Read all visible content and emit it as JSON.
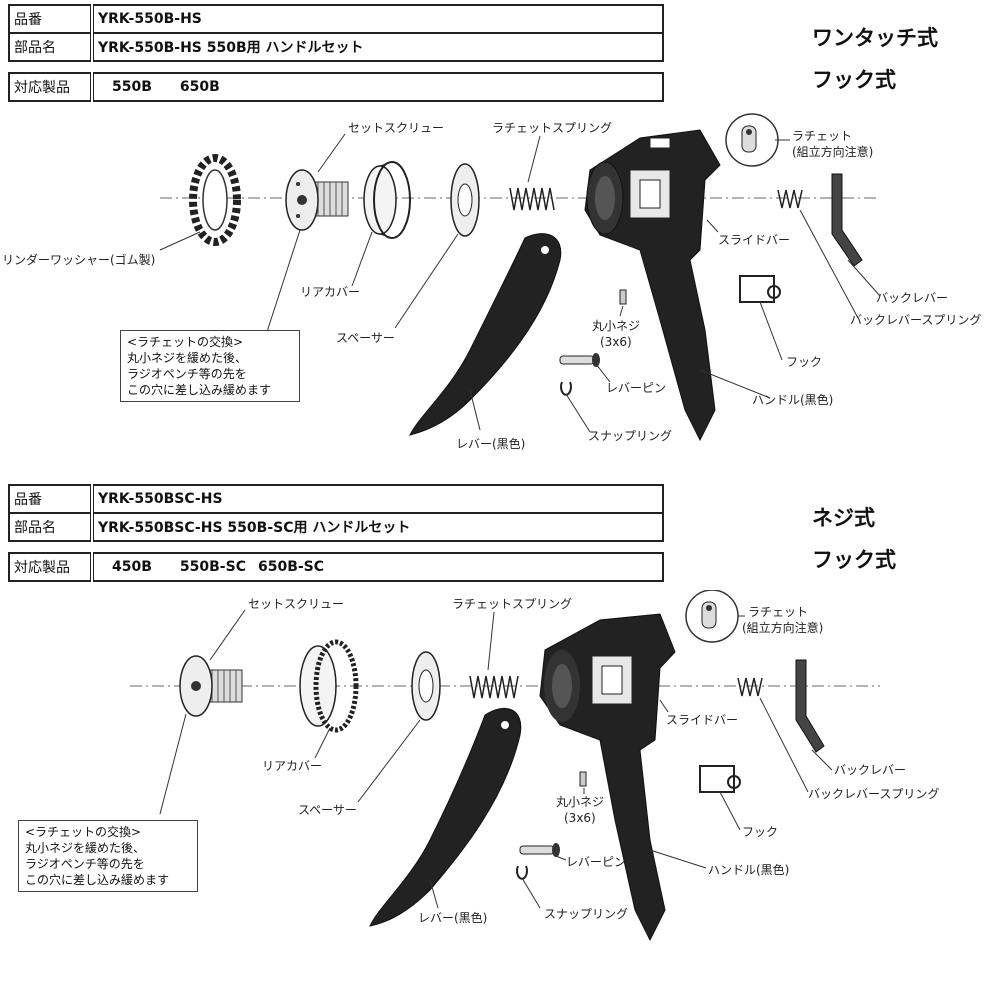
{
  "sections": [
    {
      "part_no_label": "品番",
      "part_no": "YRK-550B-HS",
      "part_name_label": "部品名",
      "part_name": "YRK-550B-HS 550B用 ハンドルセット",
      "compatible_label": "対応製品",
      "compatible": [
        "550B",
        "650B"
      ],
      "type_lines": [
        "ワンタッチ式",
        "フック式"
      ],
      "callouts": {
        "set_screw": "セットスクリュー",
        "ratchet_spring": "ラチェットスプリング",
        "ratchet": "ラチェット",
        "ratchet_note": "(組立方向注意)",
        "slide_bar": "スライドバー",
        "rinder_washer": "リンダーワッシャー(ゴム製)",
        "rear_cover": "リアカバー",
        "spacer": "スペーサー",
        "small_screw": "丸小ネジ",
        "small_screw_size": "(3x6)",
        "lever_pin": "レバーピン",
        "snap_ring": "スナップリング",
        "lever": "レバー(黒色)",
        "handle": "ハンドル(黒色)",
        "hook": "フック",
        "back_lever": "バックレバー",
        "back_lever_spring": "バックレバースプリング"
      },
      "note": {
        "title": "<ラチェットの交換>",
        "lines": [
          "丸小ネジを緩めた後、",
          "ラジオペンチ等の先を",
          "この穴に差し込み緩めます"
        ]
      }
    },
    {
      "part_no_label": "品番",
      "part_no": "YRK-550BSC-HS",
      "part_name_label": "部品名",
      "part_name": "YRK-550BSC-HS 550B-SC用 ハンドルセット",
      "compatible_label": "対応製品",
      "compatible": [
        "450B",
        "550B-SC",
        "650B-SC"
      ],
      "type_lines": [
        "ネジ式",
        "フック式"
      ],
      "callouts": {
        "set_screw": "セットスクリュー",
        "ratchet_spring": "ラチェットスプリング",
        "ratchet": "ラチェット",
        "ratchet_note": "(組立方向注意)",
        "slide_bar": "スライドバー",
        "rear_cover": "リアカバー",
        "spacer": "スペーサー",
        "small_screw": "丸小ネジ",
        "small_screw_size": "(3x6)",
        "lever_pin": "レバーピン",
        "snap_ring": "スナップリング",
        "lever": "レバー(黒色)",
        "handle": "ハンドル(黒色)",
        "hook": "フック",
        "back_lever": "バックレバー",
        "back_lever_spring": "バックレバースプリング"
      },
      "note": {
        "title": "<ラチェットの交換>",
        "lines": [
          "丸小ネジを緩めた後、",
          "ラジオペンチ等の先を",
          "この穴に差し込み緩めます"
        ]
      }
    }
  ]
}
